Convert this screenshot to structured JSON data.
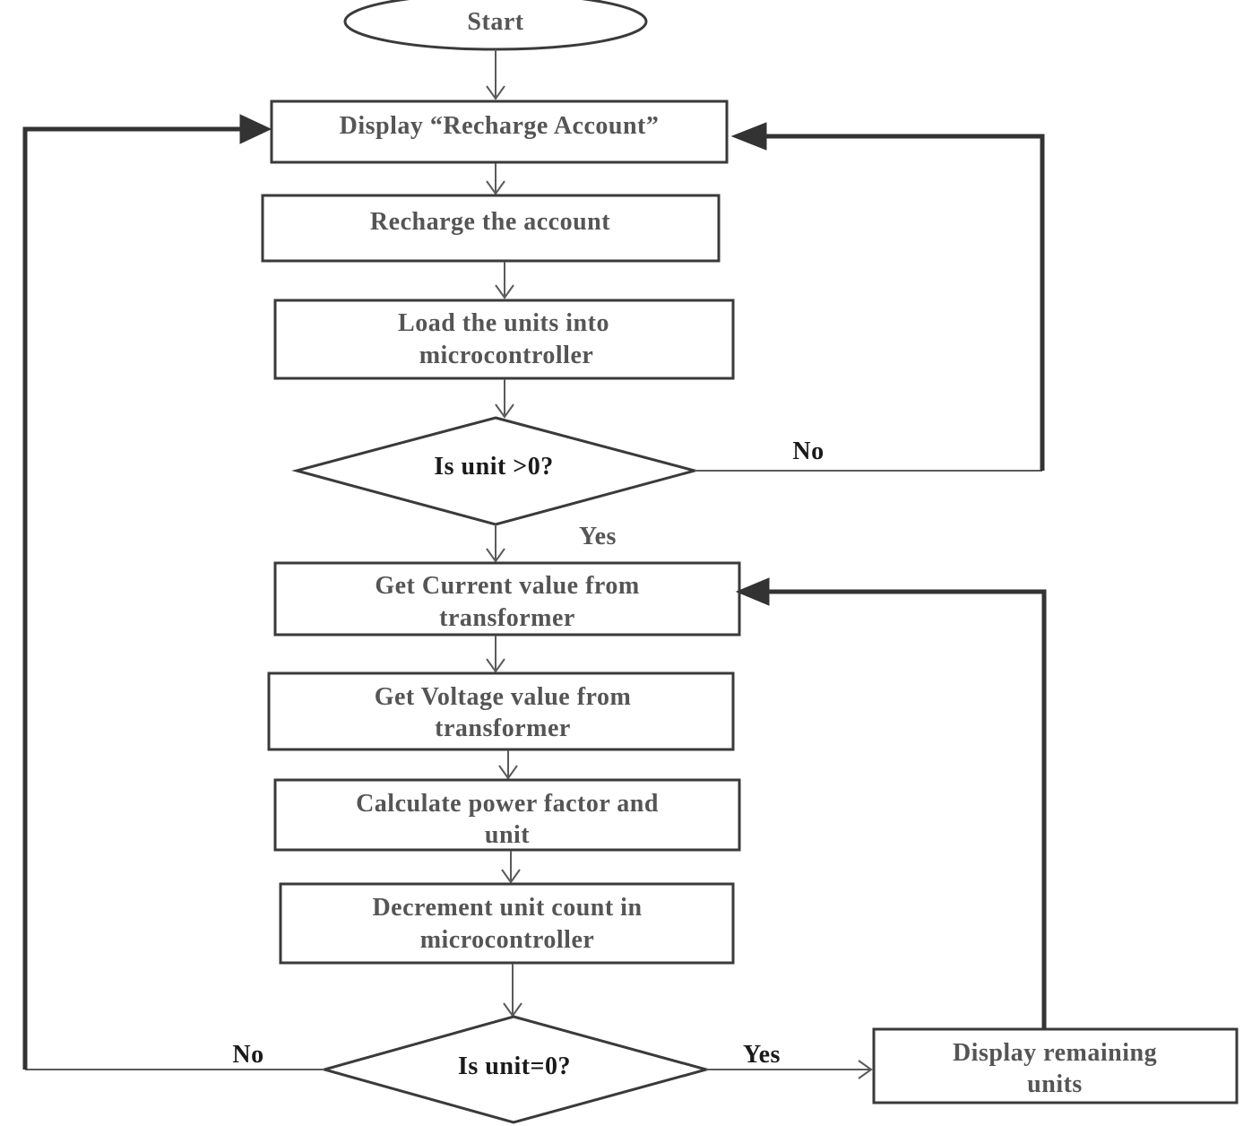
{
  "nodes": {
    "start": "Start",
    "display_recharge": "Display “Recharge Account”",
    "recharge_account": "Recharge the account",
    "load_units_line1": "Load the units into",
    "load_units_line2": "microcontroller",
    "decision_unit_gt0": "Is unit >0?",
    "get_current_line1": "Get Current value from",
    "get_current_line2": "transformer",
    "get_voltage_line1": "Get Voltage value from",
    "get_voltage_line2": "transformer",
    "calc_power_line1": "Calculate power factor and",
    "calc_power_line2": "unit",
    "decrement_line1": "Decrement unit count in",
    "decrement_line2": "microcontroller",
    "decision_unit_eq0": "Is unit=0?",
    "display_remaining_line1": "Display remaining",
    "display_remaining_line2": "units"
  },
  "edge_labels": {
    "gt0_no": "No",
    "gt0_yes": "Yes",
    "eq0_no": "No",
    "eq0_yes": "Yes"
  }
}
